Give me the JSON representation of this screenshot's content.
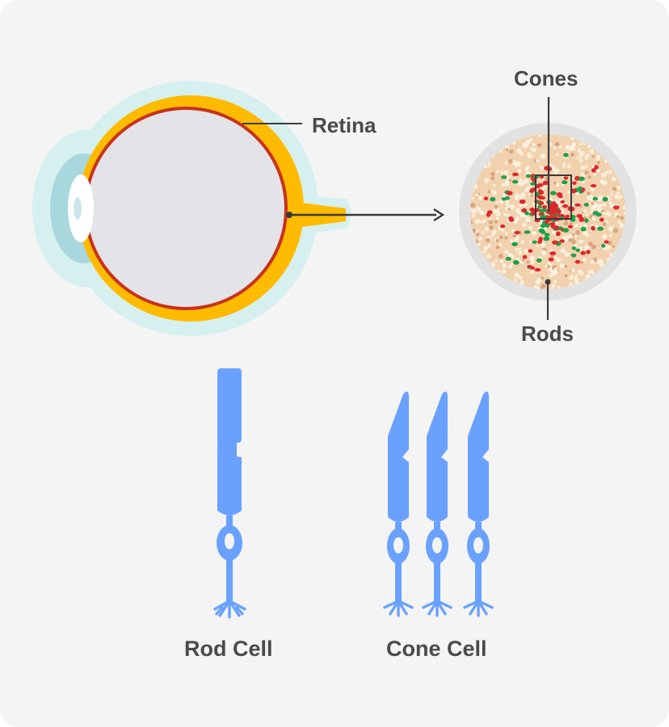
{
  "labels": {
    "retina": "Retina",
    "cones": "Cones",
    "rods": "Rods",
    "rod_cell": "Rod Cell",
    "cone_cell": "Cone Cell"
  },
  "colors": {
    "background": "#f4f4f4",
    "sclera": "#ffbb00",
    "choroid": "#c8321c",
    "vitreous": "#e4e3e8",
    "cornea_halo": "#d6f0f0",
    "cornea": "#a8d7de",
    "retina_surface": "#f2d2ae",
    "rod_dots": "#fbf0de",
    "cone_red": "#e0262a",
    "cone_green": "#1f9f4a",
    "cell_blue": "#6aa1ff",
    "pointer": "#3a3a3a",
    "label_text": "#4a4a4a"
  },
  "icons": {
    "eye": "eye-cross-section-icon",
    "retina_patch": "retina-mosaic-icon",
    "rod": "rod-cell-icon",
    "cone": "cone-cell-icon"
  },
  "cone_cell_count": 3
}
